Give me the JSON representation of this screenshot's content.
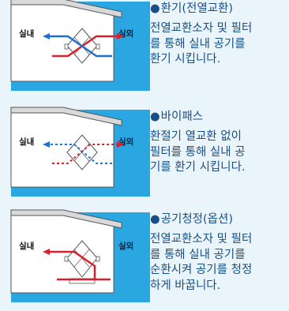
{
  "colors": {
    "outdoor_blue": "#2aa7e0",
    "arrow_red": "#d9202e",
    "arrow_blue": "#1f6fd0",
    "text_blue": "#1a4e86"
  },
  "panels": [
    {
      "bullet": "●",
      "title": "환기(전열교환)",
      "label_indoor": "실내",
      "label_outdoor": "실외",
      "desc_lines": [
        "전열교환소자 및 필터",
        "를 통해 실내 공기를",
        "환기 시킵니다."
      ]
    },
    {
      "bullet": "●",
      "title": "바이패스",
      "label_indoor": "실내",
      "label_outdoor": "실외",
      "desc_lines": [
        "환절기 열교환 없이",
        "필터를 통해 실내 공",
        "기를 환기 시킵니다."
      ]
    },
    {
      "bullet": "●",
      "title": "공기청정(옵션)",
      "label_indoor": "실내",
      "label_outdoor": "실외",
      "desc_lines": [
        "전열교환소자 및 필터",
        "를 통해 실내 공기를",
        "순환시켜 공기를 청정",
        "하게 바꿉니다."
      ]
    }
  ]
}
